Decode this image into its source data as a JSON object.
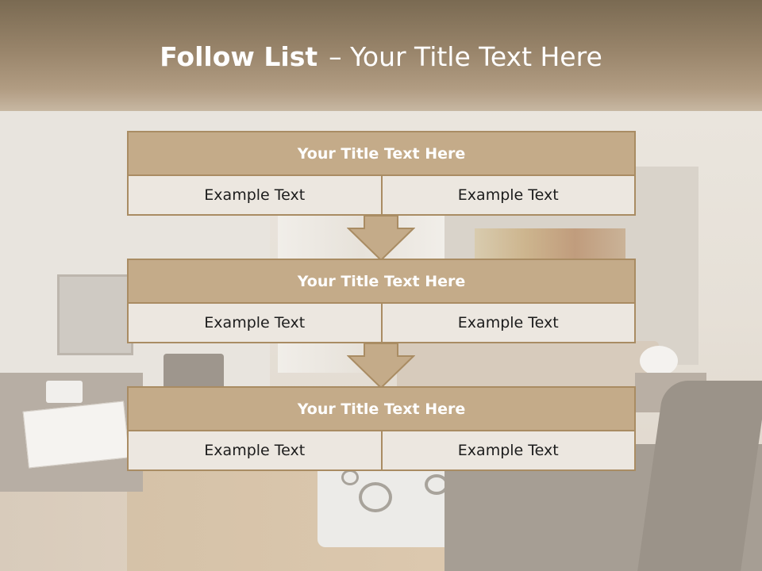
{
  "slide": {
    "title_bold": "Follow List",
    "title_rest": "– Your Title Text Here"
  },
  "blocks": [
    {
      "title": "Your Title Text Here",
      "cells": [
        "Example Text",
        "Example Text"
      ]
    },
    {
      "title": "Your Title Text Here",
      "cells": [
        "Example Text",
        "Example Text"
      ]
    },
    {
      "title": "Your Title Text Here",
      "cells": [
        "Example Text",
        "Example Text"
      ]
    }
  ],
  "colors": {
    "banner": "#98846a",
    "header_fill": "#c4ab89",
    "border": "#a98c63",
    "cell_fill": "#ece7e0",
    "arrow_fill": "#c4ab89"
  },
  "icons": [
    "down-arrow-icon"
  ]
}
